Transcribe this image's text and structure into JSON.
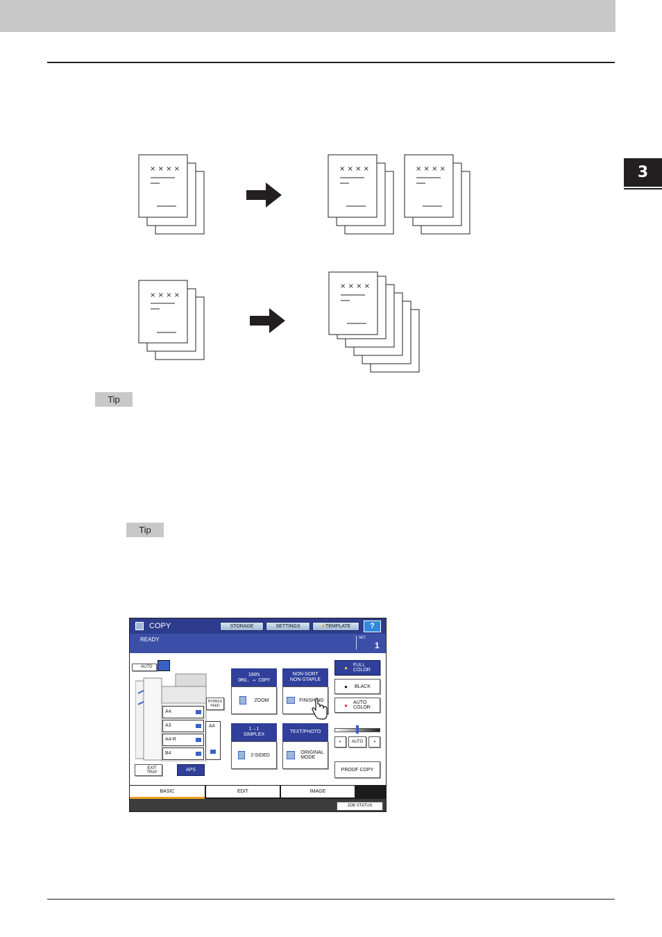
{
  "chapter": {
    "number": "3"
  },
  "tips": {
    "first": "Tip",
    "second": "Tip"
  },
  "diagram": {
    "page_marks": "× × × ×"
  },
  "copy_panel": {
    "title": "COPY",
    "header_buttons": {
      "storage": "STORAGE",
      "settings": "SETTINGS",
      "template": "TEMPLATE",
      "help": "?"
    },
    "status": "READY",
    "set_label": "SET",
    "set_value": "1",
    "auto_label": "AUTO",
    "bypass_feed": {
      "line1": "BYPASS",
      "line2": "FEED"
    },
    "trays": [
      "A4",
      "A3",
      "A4-R",
      "B4"
    ],
    "bypass_size": "A4",
    "exit_tray": {
      "line1": "EXIT",
      "line2": "TRAY"
    },
    "aps": "APS",
    "zoom": {
      "header_line1": "100%",
      "header_line2": "ORG. → COPY",
      "label": "ZOOM"
    },
    "finishing": {
      "header_line1": "NON-SORT",
      "header_line2": "NON-STAPLE",
      "label": "FINISHING"
    },
    "two_sided": {
      "header_line1": "1→1",
      "header_line2": "SIMPLEX",
      "label": "2-SIDED"
    },
    "original_mode": {
      "header": "TEXT/PHOTO",
      "label_line1": "ORIGINAL",
      "label_line2": "MODE"
    },
    "color_modes": {
      "full_color": {
        "line1": "FULL",
        "line2": "COLOR"
      },
      "black": "BLACK",
      "auto_color": {
        "line1": "AUTO",
        "line2": "COLOR"
      }
    },
    "density_auto": "AUTO",
    "proof_copy": "PROOF COPY",
    "tabs": {
      "basic": "BASIC",
      "edit": "EDIT",
      "image": "IMAGE"
    },
    "job_status": "JOB STATUS",
    "colors": {
      "header": "#2e3c8e",
      "accent": "#2f3f9a",
      "tab_underline": "#f0a020"
    }
  }
}
